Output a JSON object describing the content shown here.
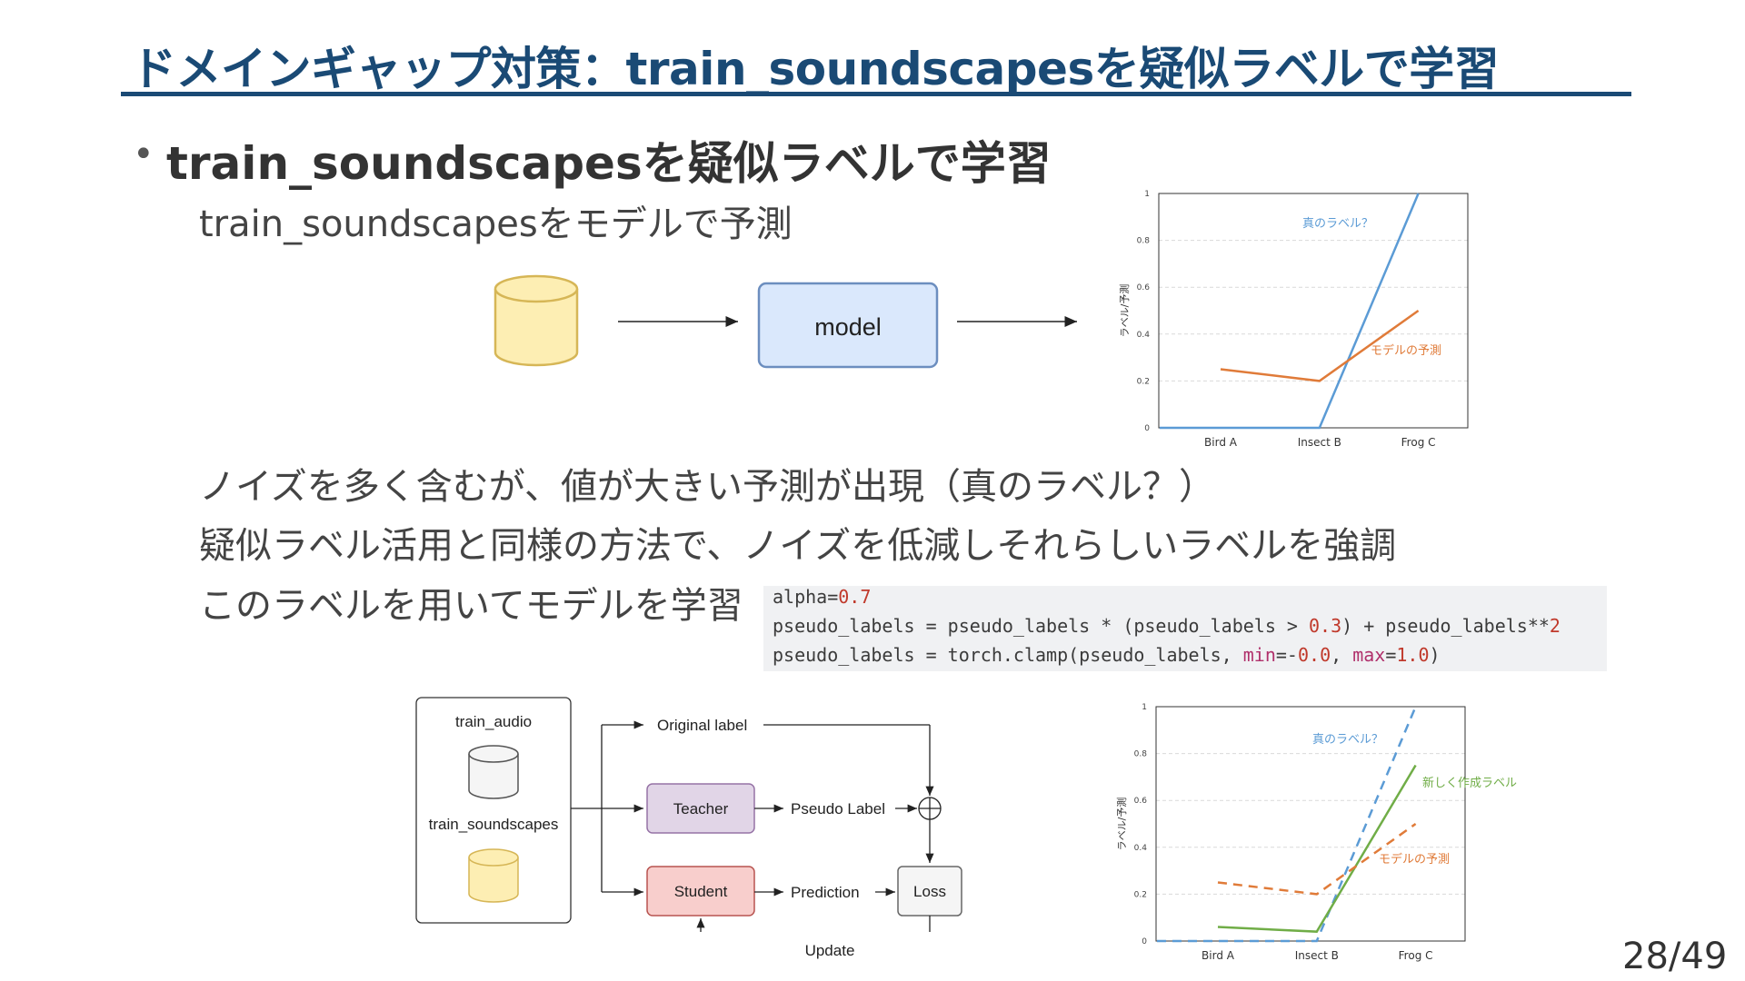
{
  "slide": {
    "title": "ドメインギャップ対策：train_soundscapesを疑似ラベルで学習",
    "bullet": "train_soundscapesを疑似ラベルで学習",
    "sub_lines": [
      "train_soundscapesをモデルで予測",
      "ノイズを多く含むが、値が大きい予測が出現（真のラベル？）",
      "疑似ラベル活用と同様の方法で、ノイズを低減しそれらしいラベルを強調",
      "このラベルを用いてモデルを学習"
    ],
    "page_number": "28/49"
  },
  "top_diagram": {
    "model_label": "model",
    "colors": {
      "db_fill": "#fdeeb3",
      "db_stroke": "#d6b656",
      "model_fill": "#dae8fc",
      "model_stroke": "#6c8ebf"
    }
  },
  "code": {
    "lines": [
      "alpha=0.7",
      "pseudo_labels = pseudo_labels * (pseudo_labels > 0.3) + pseudo_labels**2",
      "pseudo_labels = torch.clamp(pseudo_labels, min=-0.0, max=1.0)"
    ]
  },
  "flow_diagram": {
    "source_labels": [
      "train_audio",
      "train_soundscapes"
    ],
    "original_label": "Original label",
    "teacher": "Teacher",
    "pseudo_label": "Pseudo Label",
    "student": "Student",
    "prediction": "Prediction",
    "loss": "Loss",
    "update": "Update",
    "colors": {
      "teacher_fill": "#e1d5e7",
      "teacher_stroke": "#9673a6",
      "student_fill": "#f8cecc",
      "student_stroke": "#b85450",
      "loss_fill": "#f5f5f5",
      "loss_stroke": "#666666"
    }
  },
  "chart_data": [
    {
      "type": "line",
      "title": "",
      "categories": [
        "Bird A",
        "Insect B",
        "Frog C"
      ],
      "ylabel": "ラベル/予測",
      "ylim": [
        0,
        1
      ],
      "yticks": [
        "0",
        "0.2",
        "0.4",
        "0.6",
        "0.8",
        "1"
      ],
      "grid": true,
      "series": [
        {
          "name": "真のラベル？",
          "style": "solid",
          "color": "#5b9bd5",
          "values": [
            0,
            0,
            1
          ]
        },
        {
          "name": "モデルの予測",
          "style": "solid",
          "color": "#e07b39",
          "values": [
            0.25,
            0.2,
            0.5
          ]
        }
      ]
    },
    {
      "type": "line",
      "title": "",
      "categories": [
        "Bird A",
        "Insect B",
        "Frog C"
      ],
      "ylabel": "ラベル/予測",
      "ylim": [
        0,
        1
      ],
      "yticks": [
        "0",
        "0.2",
        "0.4",
        "0.6",
        "0.8",
        "1"
      ],
      "grid": true,
      "series": [
        {
          "name": "真のラベル？",
          "style": "dashed",
          "color": "#5b9bd5",
          "values": [
            0,
            0,
            1
          ]
        },
        {
          "name": "新しく作成ラベル",
          "style": "solid",
          "color": "#70ad47",
          "values": [
            0.06,
            0.04,
            0.75
          ]
        },
        {
          "name": "モデルの予測",
          "style": "dashed",
          "color": "#e07b39",
          "values": [
            0.25,
            0.2,
            0.5
          ]
        }
      ]
    }
  ]
}
